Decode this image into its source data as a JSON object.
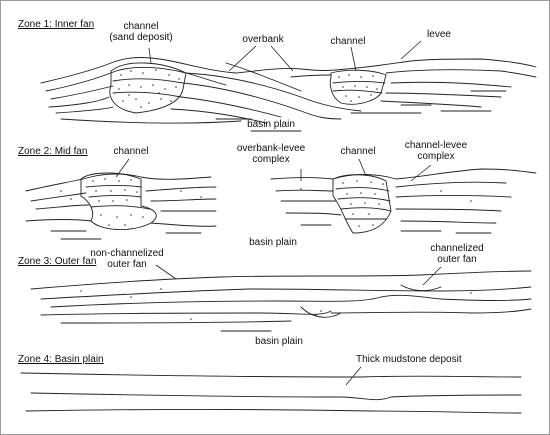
{
  "zones": [
    {
      "title": "Zone 1: Inner fan",
      "labels": {
        "channel_left": "channel",
        "channel_left_sub": "(sand deposit)",
        "overbank": "overbank",
        "channel_right": "channel",
        "levee": "levee",
        "basin_plain": "basin plain"
      }
    },
    {
      "title": "Zone 2: Mid fan",
      "labels": {
        "channel_left": "channel",
        "overbank_levee_1": "overbank-levee",
        "overbank_levee_2": "complex",
        "channel_right": "channel",
        "channel_levee_1": "channel-levee",
        "channel_levee_2": "complex",
        "basin_plain": "basin plain"
      }
    },
    {
      "title": "Zone 3: Outer fan",
      "labels": {
        "non_channelized_1": "non-channelized",
        "non_channelized_2": "outer fan",
        "channelized_1": "channelized",
        "channelized_2": "outer fan",
        "basin_plain": "basin plain"
      }
    },
    {
      "title": "Zone 4: Basin plain",
      "labels": {
        "thick_mudstone": "Thick mudstone deposit"
      }
    }
  ],
  "colors": {
    "line": "#222222",
    "frame": "#9a9a9a",
    "background": "#ffffff"
  }
}
